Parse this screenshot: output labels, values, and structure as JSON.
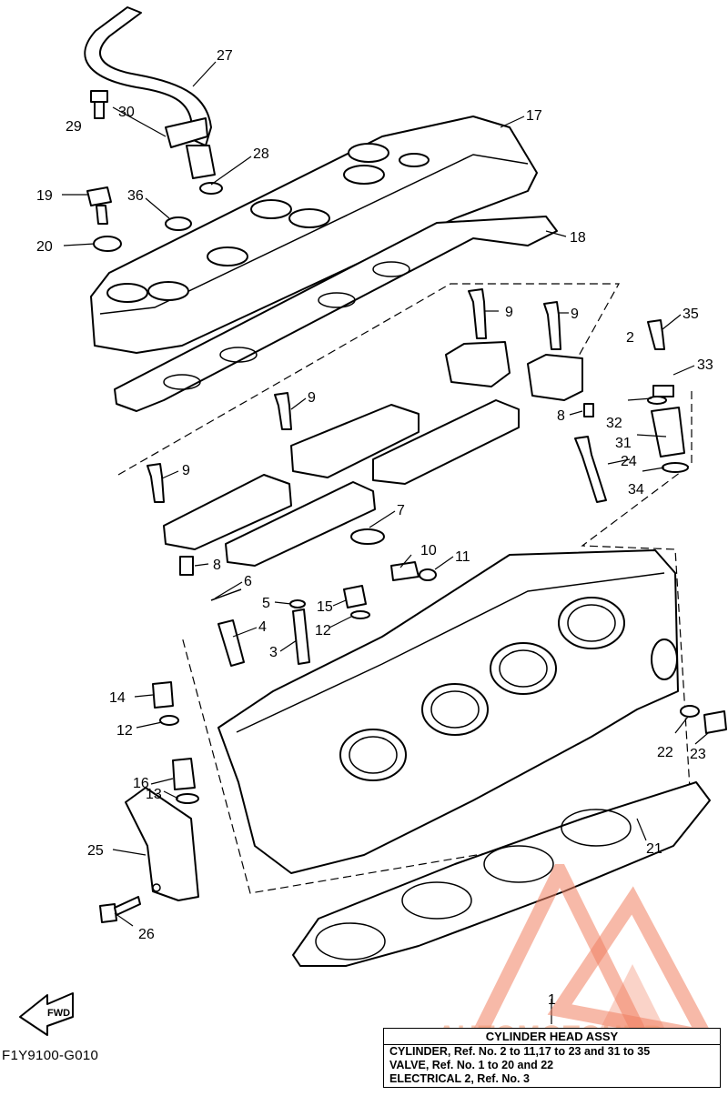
{
  "diagram": {
    "figure_code": "F1Y9100-G010",
    "fwd_label": "FWD",
    "callouts": [
      "27",
      "17",
      "29",
      "30",
      "28",
      "19",
      "36",
      "18",
      "20",
      "9",
      "9",
      "35",
      "2",
      "33",
      "32",
      "9",
      "8",
      "31",
      "9",
      "24",
      "34",
      "7",
      "8",
      "10",
      "11",
      "6",
      "5",
      "15",
      "4",
      "12",
      "3",
      "14",
      "12",
      "16",
      "13",
      "22",
      "23",
      "25",
      "21",
      "26",
      "1"
    ]
  },
  "caption": {
    "title": "CYLINDER HEAD ASSY",
    "lines": [
      "CYLINDER, Ref. No. 2 to 11,17 to 23 and 31 to 35",
      "VALVE, Ref. No. 1 to 20 and 22",
      "ELECTRICAL 2, Ref. No. 3"
    ]
  },
  "watermark": {
    "text": "AUTOMOTOHUB",
    "color": "#f08060"
  }
}
